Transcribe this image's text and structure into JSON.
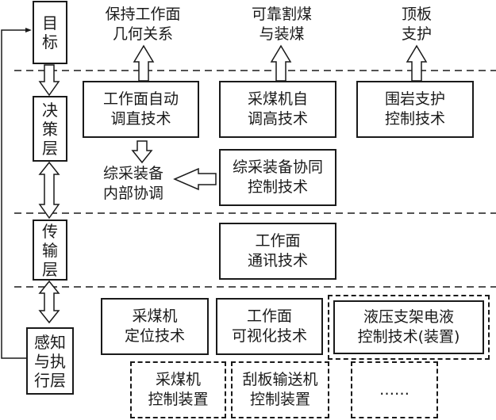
{
  "layers": {
    "goal": "目\n标",
    "decision": "决\n策\n层",
    "transmission": "传\n输\n层",
    "perception": "感知\n与执\n行层"
  },
  "goals": {
    "face_geometry": "保持工作面\n几何关系",
    "cutting_loading": "可靠割煤\n与装煤",
    "roof_support": "顶板\n支护"
  },
  "decision_layer": {
    "face_straightening": "工作面自动\n调直技术",
    "shearer_height": "采煤机自\n调高技术",
    "rock_support_control": "围岩支护\n控制技术",
    "internal_coordination": "综采装备\n内部协调",
    "collaborative_control": "综采装备协同\n控制技术"
  },
  "transmission_layer": {
    "face_communication": "工作面\n通讯技术"
  },
  "perception_layer": {
    "shearer_positioning": "采煤机\n定位技术",
    "face_visualization": "工作面\n可视化技术",
    "hydraulic_support": "液压支架电液\n控制技术(装置)",
    "shearer_control_device": "采煤机\n控制装置",
    "conveyor_control_device": "刮板输送机\n控制装置",
    "more": "……"
  }
}
